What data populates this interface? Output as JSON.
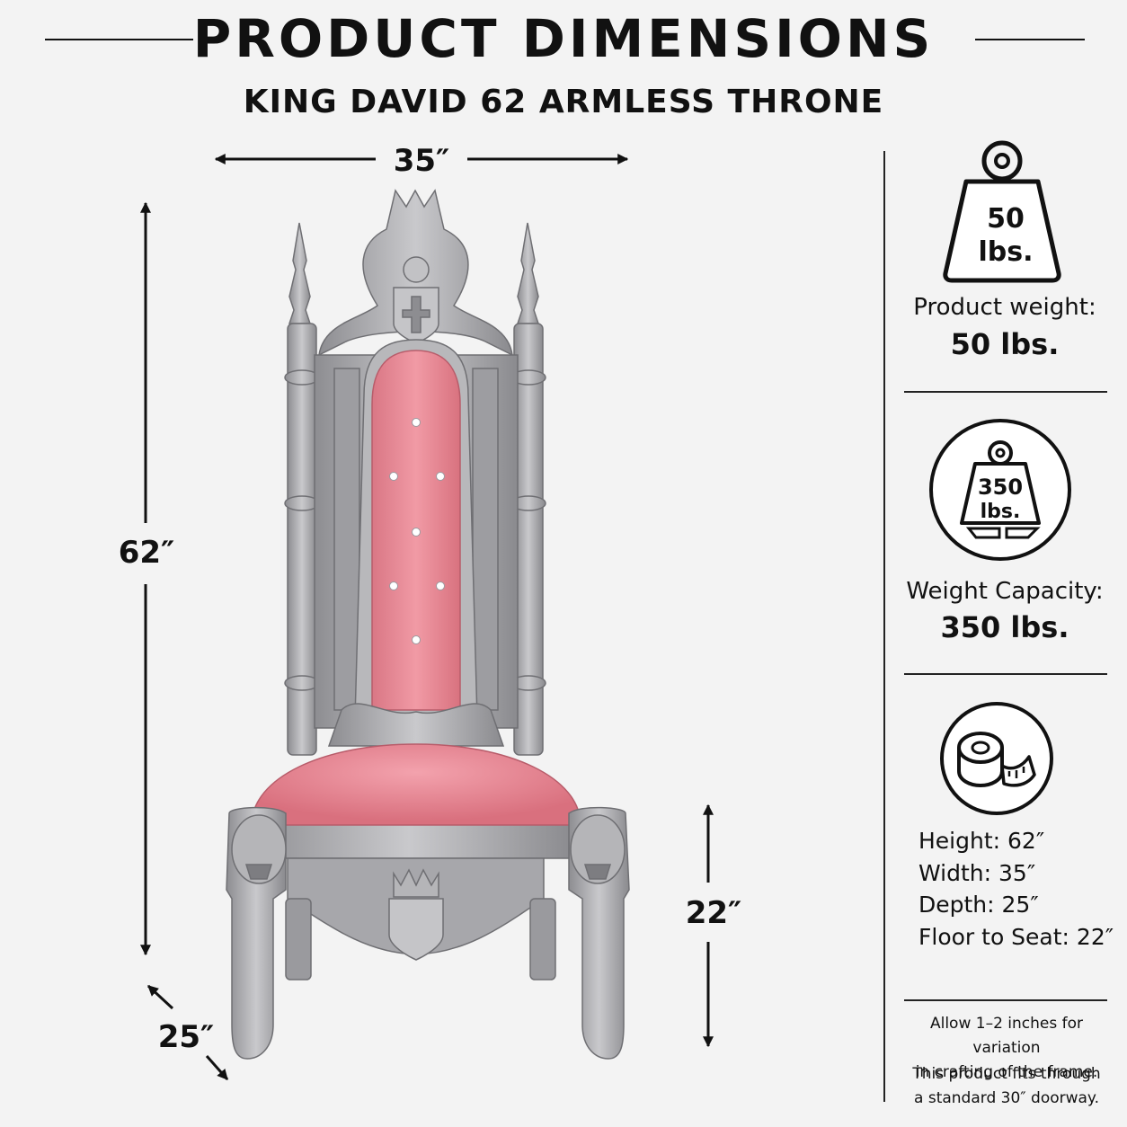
{
  "header": {
    "title": "PRODUCT DIMENSIONS",
    "subtitle": "KING DAVID 62 ARMLESS THRONE"
  },
  "dimensions": {
    "width_label": "35″",
    "height_label": "62″",
    "depth_label": "25″",
    "seat_label": "22″"
  },
  "weight": {
    "icon": "weight-icon",
    "icon_line1": "50",
    "icon_line2": "lbs.",
    "label": "Product weight:",
    "value": "50 lbs."
  },
  "capacity": {
    "icon": "capacity-weight-icon",
    "icon_line1": "350",
    "icon_line2": "lbs.",
    "label": "Weight Capacity:",
    "value": "350 lbs."
  },
  "measure": {
    "icon": "tape-measure-icon",
    "specs": [
      "Height: 62″",
      "Width: 35″",
      "Depth: 25″",
      "Floor to Seat: 22″"
    ]
  },
  "notes": {
    "note1_line1": "Allow 1–2 inches for variation",
    "note1_line2": "in crafting of the frame.",
    "note2_line1": "This product fits through",
    "note2_line2": "a standard 30″ doorway."
  },
  "colors": {
    "velvet": "#e88c98",
    "silver": "#a9a9ac",
    "background": "#f3f3f3"
  }
}
